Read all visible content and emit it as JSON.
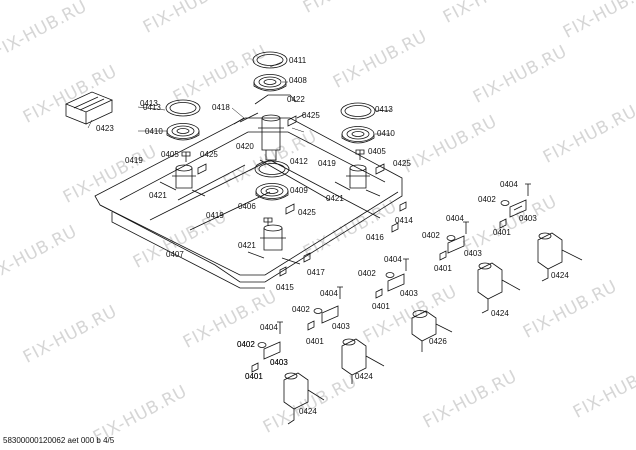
{
  "watermark": "FIX-HUB.RU",
  "footer_text": "58300000120062 aet 000 b 4/5",
  "part_labels": [
    "0411",
    "0408",
    "0422",
    "0418",
    "0425",
    "0413",
    "0410",
    "0420",
    "0412",
    "0419",
    "0405",
    "0425",
    "0413",
    "0410",
    "0405",
    "0425",
    "0423",
    "0413",
    "0410",
    "0405",
    "0425",
    "0419",
    "0421",
    "0406",
    "0409",
    "0425",
    "0419",
    "0421",
    "0407",
    "0421",
    "0417",
    "0415",
    "0414",
    "0416",
    "0404",
    "0402",
    "0403",
    "0401",
    "0404",
    "0402",
    "0403",
    "0401",
    "0404",
    "0402",
    "0403",
    "0401",
    "0424",
    "0404",
    "0402",
    "0403",
    "0401",
    "0424",
    "0426",
    "0404",
    "0402",
    "0403",
    "0401",
    "0424",
    "0402",
    "0403",
    "0401",
    "0424"
  ]
}
